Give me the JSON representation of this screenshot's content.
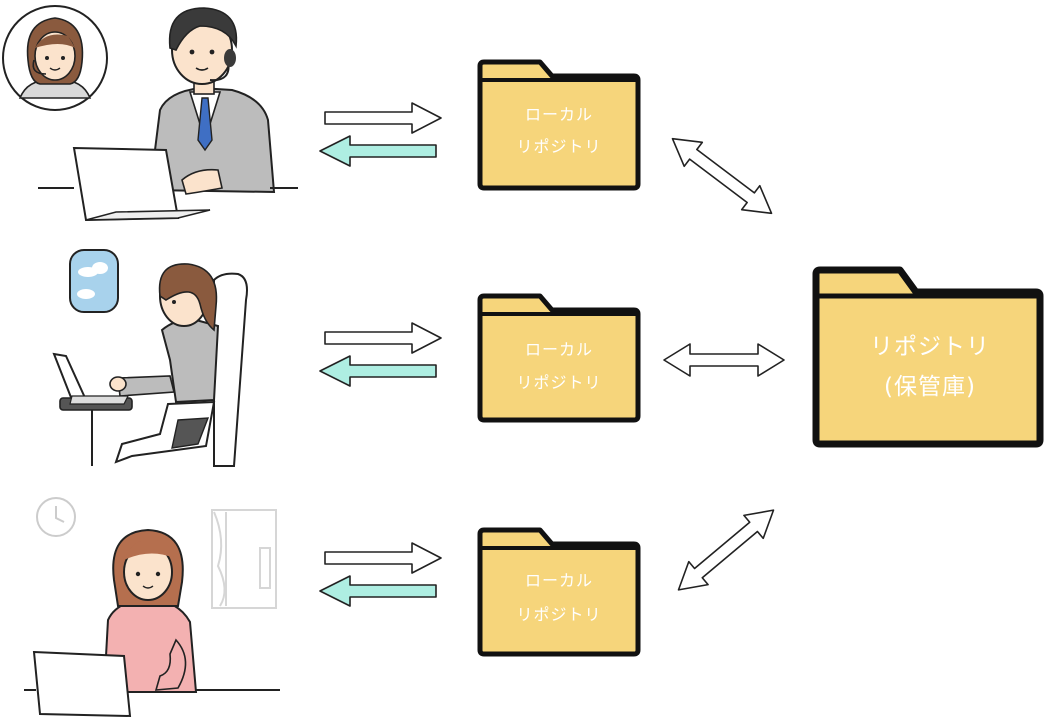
{
  "diagram": {
    "local_repositories": [
      {
        "line1": "ローカル",
        "line2": "リポジトリ"
      },
      {
        "line1": "ローカル",
        "line2": "リポジトリ"
      },
      {
        "line1": "ローカル",
        "line2": "リポジトリ"
      }
    ],
    "central_repository": {
      "line1": "リポジトリ",
      "line2": "(保管庫)"
    },
    "people": [
      {
        "description": "office worker with headset at laptop"
      },
      {
        "description": "traveler on airplane seat with laptop"
      },
      {
        "description": "person working from home with laptop"
      }
    ]
  },
  "colors": {
    "folder_fill": "#f6d57b",
    "folder_stroke": "#111111",
    "push_arrow_fill": "#ffffff",
    "pull_arrow_fill": "#aeeee2",
    "suit_gray": "#bcbcbc",
    "tie_blue": "#3f6fc4",
    "skin": "#fbe3cc",
    "hair_brown": "#8a5a3e",
    "sweater_pink": "#f3b1b1",
    "sky_blue": "#a8d2ec"
  }
}
